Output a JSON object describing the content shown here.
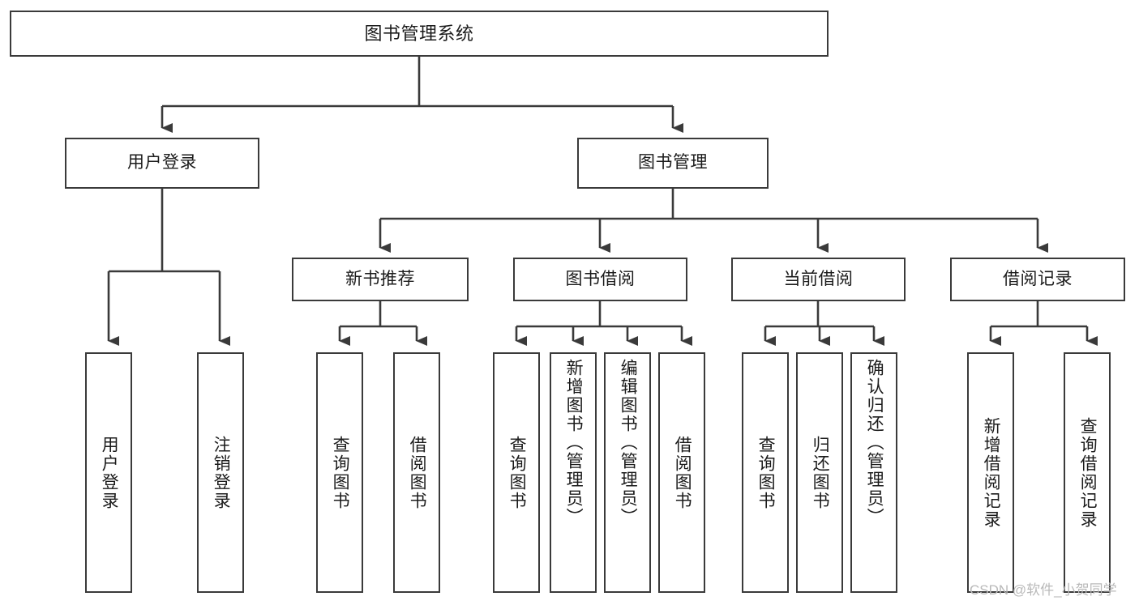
{
  "diagram": {
    "title": "图书管理系统",
    "watermark": "CSDN @软件_小贺同学",
    "style": {
      "box_border_color": "#3a3a3a",
      "box_fill_color": "#ffffff",
      "line_color": "#3a3a3a",
      "text_color": "#1b1b1b",
      "watermark_color": "#b9b9b9",
      "background": "#ffffff"
    },
    "nodes": {
      "root": {
        "label": "图书管理系统"
      },
      "level2": [
        {
          "id": "user-login",
          "label": "用户登录"
        },
        {
          "id": "book-manage",
          "label": "图书管理"
        }
      ],
      "level3": [
        {
          "id": "new-book-recommend",
          "label": "新书推荐"
        },
        {
          "id": "book-borrow",
          "label": "图书借阅"
        },
        {
          "id": "current-borrow",
          "label": "当前借阅"
        },
        {
          "id": "borrow-record",
          "label": "借阅记录"
        }
      ],
      "leaves": [
        {
          "id": "leaf-user-login",
          "label": "用户登录",
          "parent": "user-login"
        },
        {
          "id": "leaf-logout",
          "label": "注销登录",
          "parent": "user-login"
        },
        {
          "id": "leaf-query-book-1",
          "label": "查询图书",
          "parent": "new-book-recommend"
        },
        {
          "id": "leaf-borrow-book-1",
          "label": "借阅图书",
          "parent": "new-book-recommend"
        },
        {
          "id": "leaf-query-book-2",
          "label": "查询图书",
          "parent": "book-borrow"
        },
        {
          "id": "leaf-add-book",
          "label": "新增图书（管理员）",
          "parent": "book-borrow"
        },
        {
          "id": "leaf-edit-book",
          "label": "编辑图书（管理员）",
          "parent": "book-borrow"
        },
        {
          "id": "leaf-borrow-book-2",
          "label": "借阅图书",
          "parent": "book-borrow"
        },
        {
          "id": "leaf-query-book-3",
          "label": "查询图书",
          "parent": "current-borrow"
        },
        {
          "id": "leaf-return-book",
          "label": "归还图书",
          "parent": "current-borrow"
        },
        {
          "id": "leaf-confirm-return",
          "label": "确认归还（管理员）",
          "parent": "current-borrow"
        },
        {
          "id": "leaf-add-record",
          "label": "新增借阅记录",
          "parent": "borrow-record"
        },
        {
          "id": "leaf-query-record",
          "label": "查询借阅记录",
          "parent": "borrow-record"
        }
      ]
    }
  }
}
